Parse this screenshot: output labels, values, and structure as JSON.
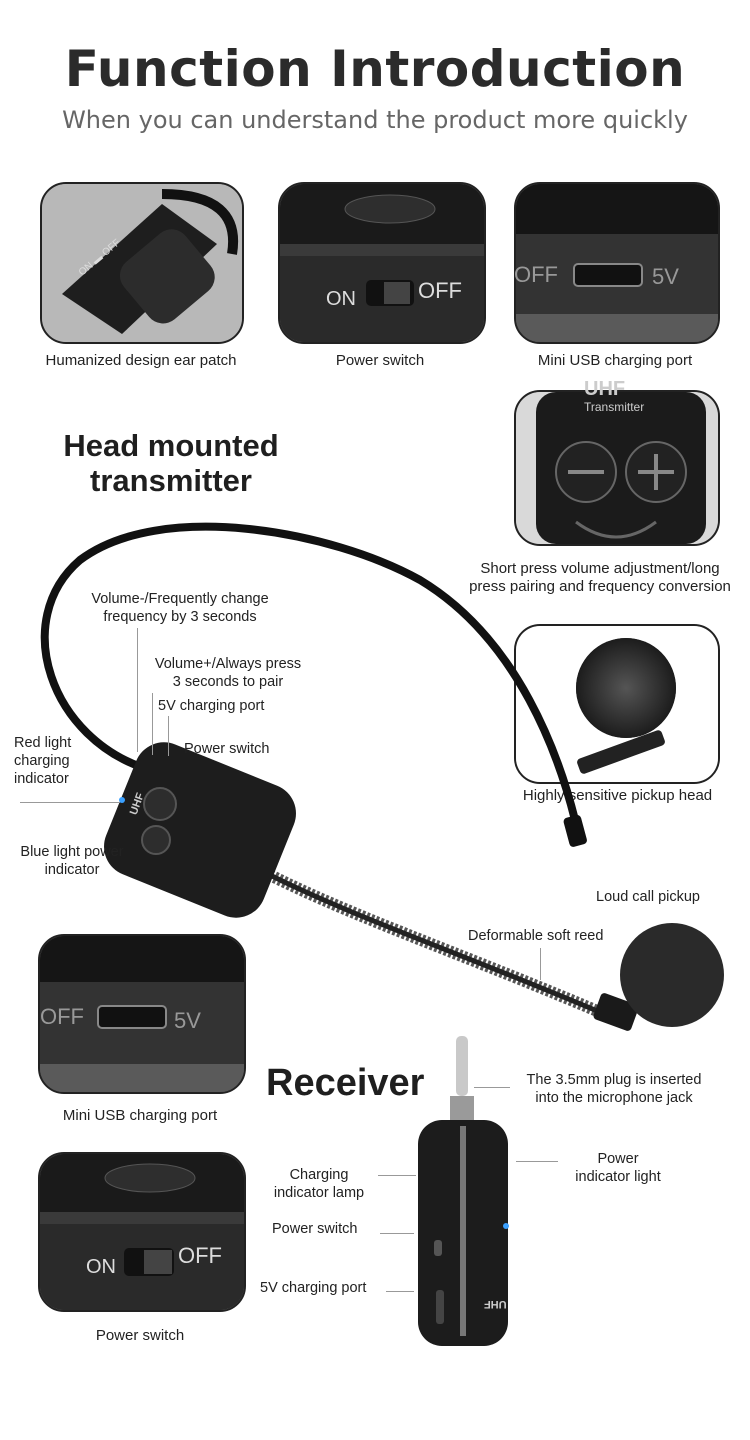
{
  "header": {
    "title": "Function Introduction",
    "subtitle": "When you can understand the product more quickly"
  },
  "top_photos": [
    {
      "caption": "Humanized design ear patch",
      "icon": "ear-patch-photo"
    },
    {
      "caption": "Power switch",
      "icon": "power-switch-photo",
      "on_label": "ON",
      "off_label": "OFF"
    },
    {
      "caption": "Mini USB charging port",
      "icon": "usb-port-photo",
      "off_label": "OFF",
      "volt_label": "5V"
    }
  ],
  "transmitter": {
    "heading_line1": "Head mounted",
    "heading_line2": "transmitter",
    "brand": "UHF",
    "labels": {
      "volume_minus_line1": "Volume-/Frequently change",
      "volume_minus_line2": "frequency by 3 seconds",
      "volume_plus_line1": "Volume+/Always press",
      "volume_plus_line2": "3 seconds to pair",
      "charging_port": "5V charging port",
      "power_switch": "Power switch",
      "red_light_line1": "Red light",
      "red_light_line2": "charging",
      "red_light_line3": "indicator",
      "blue_light_line1": "Blue light power",
      "blue_light_line2": "indicator",
      "loud_call": "Loud call pickup",
      "soft_reed": "Deformable soft reed"
    }
  },
  "side_photos": [
    {
      "caption_line1": "Short press volume adjustment/long",
      "caption_line2": "press pairing and frequency conversion",
      "brand": "UHF",
      "sub": "Transmitter"
    },
    {
      "caption": "Highly sensitive pickup head"
    }
  ],
  "bottom_photos": [
    {
      "caption": "Mini USB charging port",
      "off_label": "OFF",
      "volt_label": "5V"
    },
    {
      "caption": "Power switch",
      "on_label": "ON",
      "off_label": "OFF"
    }
  ],
  "receiver": {
    "heading": "Receiver",
    "brand": "UHF",
    "labels": {
      "plug_line1": "The 3.5mm plug is inserted",
      "plug_line2": "into the microphone jack",
      "power_light_line1": "Power",
      "power_light_line2": "indicator light",
      "charging_lamp_line1": "Charging",
      "charging_lamp_line2": "indicator lamp",
      "power_switch": "Power switch",
      "charging_port": "5V charging port"
    }
  }
}
